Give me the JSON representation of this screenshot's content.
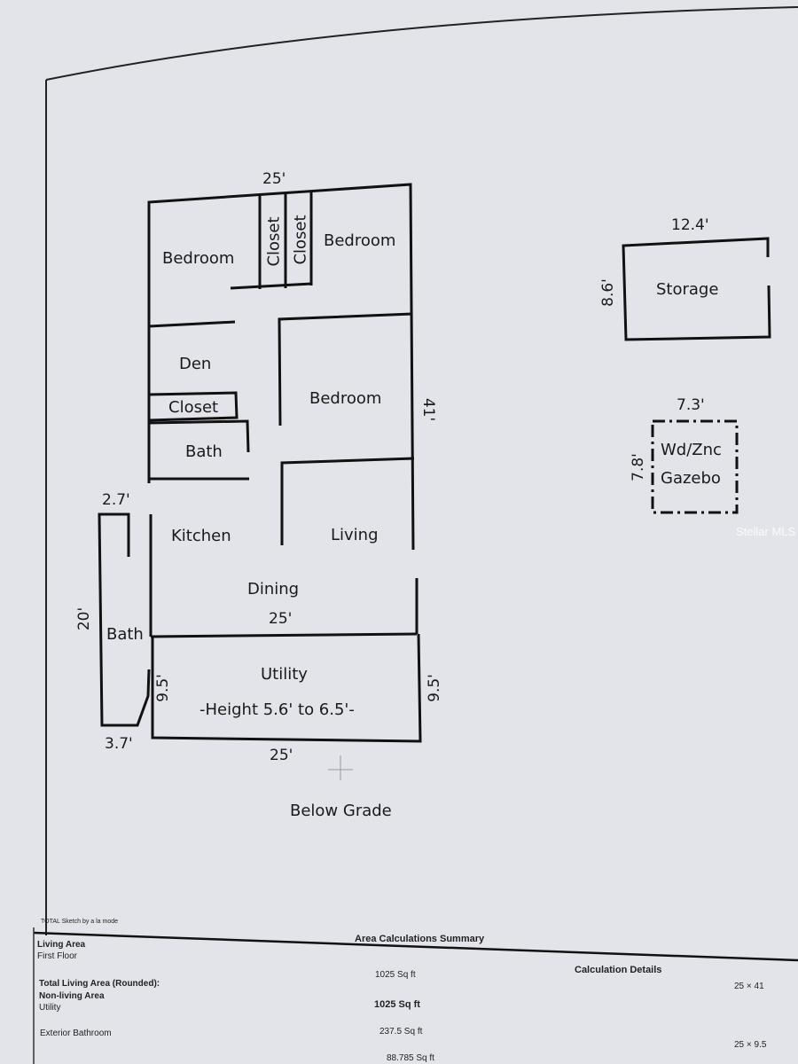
{
  "plan": {
    "dims": {
      "top_width": "25'",
      "right_height": "41'",
      "dining_width": "25'",
      "bottom_width": "25'",
      "utility_left": "9.5'",
      "utility_right": "9.5'",
      "bath_top": "2.7'",
      "bath_height": "20'",
      "bath_bottom": "3.7'"
    },
    "rooms": {
      "bedroom_nw": "Bedroom",
      "closet_1": "Closet",
      "closet_2": "Closet",
      "bedroom_ne": "Bedroom",
      "den": "Den",
      "closet_den": "Closet",
      "bedroom_mid": "Bedroom",
      "bath_inner": "Bath",
      "kitchen": "Kitchen",
      "living": "Living",
      "dining": "Dining",
      "bath_ext": "Bath",
      "utility": "Utility",
      "utility_height": "-Height 5.6' to 6.5'-"
    },
    "caption": "Below Grade"
  },
  "storage": {
    "width": "12.4'",
    "height": "8.6'",
    "label": "Storage"
  },
  "gazebo": {
    "width": "7.3'",
    "height": "7.8'",
    "line1": "Wd/Znc",
    "line2": "Gazebo"
  },
  "watermark": "Stellar MLS",
  "footer": {
    "credit": "TOTAL Sketch by a la mode",
    "title": "Area Calculations Summary",
    "living_area": "Living Area",
    "first_floor": "First Floor",
    "first_floor_value": "1025 Sq ft",
    "calc_details": "Calculation Details",
    "calc_1": "25 × 41",
    "total_living": "Total Living Area (Rounded):",
    "total_value": "1025 Sq ft",
    "non_living": "Non-living Area",
    "utility": "Utility",
    "exterior_bath": "Exterior Bathroom",
    "utility_value": "237.5 Sq ft",
    "calc_2": "25 × 9.5",
    "ext_bath_value": "88.785 Sq ft"
  }
}
